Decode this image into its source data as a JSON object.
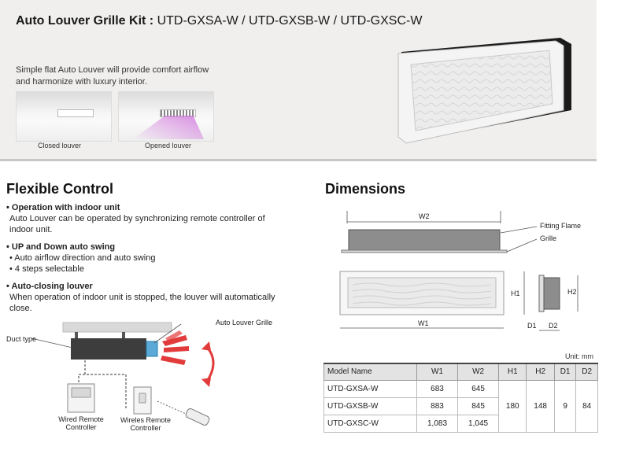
{
  "header": {
    "title_bold": "Auto Louver Grille Kit :",
    "title_models": "UTD-GXSA-W / UTD-GXSB-W / UTD-GXSC-W",
    "description": "Simple flat Auto Louver will provide comfort airflow and harmonize with luxury interior.",
    "captions": [
      "Closed louver",
      "Opened louver"
    ]
  },
  "flexible_control": {
    "heading": "Flexible Control",
    "features": [
      {
        "title": "• Operation with indoor unit",
        "lines": [
          "Auto Louver can be operated by synchronizing remote controller of indoor unit."
        ]
      },
      {
        "title": "• UP and Down auto swing",
        "lines": [
          "• Auto airflow direction and auto swing",
          "• 4 steps selectable"
        ]
      },
      {
        "title": "• Auto-closing louver",
        "lines": [
          "When operation of indoor unit is stopped, the louver will automatically close."
        ]
      }
    ],
    "diagram_labels": {
      "grille": "Auto Louver Grille",
      "duct": "Duct type",
      "wired": "Wired Remote Controller",
      "wireless": "Wireles Remote Controller"
    }
  },
  "dimensions": {
    "heading": "Dimensions",
    "labels": {
      "w2": "W2",
      "fitting": "Fitting Flame",
      "grille": "Grille",
      "h1": "H1",
      "h2": "H2",
      "w1": "W1",
      "d1": "D1",
      "d2": "D2"
    },
    "unit": "Unit: mm",
    "table": {
      "headers": [
        "Model Name",
        "W1",
        "W2",
        "H1",
        "H2",
        "D1",
        "D2"
      ],
      "rows": [
        {
          "model": "UTD-GXSA-W",
          "w1": "683",
          "w2": "645"
        },
        {
          "model": "UTD-GXSB-W",
          "w1": "883",
          "w2": "845"
        },
        {
          "model": "UTD-GXSC-W",
          "w1": "1,083",
          "w2": "1,045"
        }
      ],
      "shared": {
        "h1": "180",
        "h2": "148",
        "d1": "9",
        "d2": "84"
      }
    }
  }
}
